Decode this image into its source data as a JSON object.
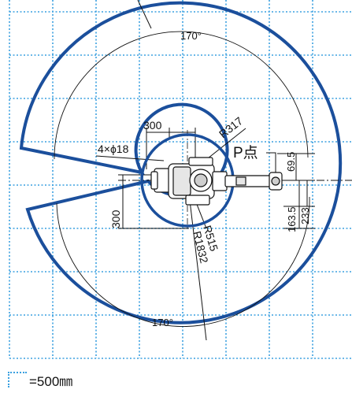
{
  "diagram": {
    "angle_top": "170°",
    "angle_bottom": "170°",
    "hole_label": "4×ϕ18",
    "p_point_label": "P点",
    "dims": {
      "width_300": "300",
      "height_300": "300",
      "r317": "R317",
      "r515": "R515",
      "r1832": "R1832",
      "d69_5": "69.5",
      "d163_5": "163.5",
      "d233": "233"
    },
    "colors": {
      "envelope": "#1b4f9c",
      "grid": "#3aa0e0",
      "line": "#111111"
    }
  },
  "legend": {
    "text": "=500㎜"
  }
}
